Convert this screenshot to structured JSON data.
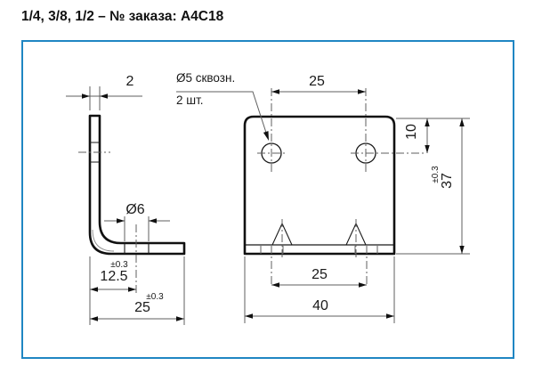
{
  "title": "1/4, 3/8, 1/2 – № заказа: A4C18",
  "side_view": {
    "thickness": "2",
    "flange_hole_dia": "Ø6",
    "hole_offset": "12.5",
    "hole_offset_tol": "±0.3",
    "flange_depth": "25",
    "flange_depth_tol": "±0.3"
  },
  "front_view": {
    "hole_note_line1": "Ø5 сквозн.",
    "hole_note_line2": "2 шт.",
    "top_hole_spacing": "25",
    "hole_top_offset": "10",
    "height": "37",
    "height_tol": "±0.3",
    "bottom_hole_spacing": "25",
    "width": "40"
  },
  "colors": {
    "border": "#1f86c3",
    "outline": "#111111",
    "dim_line": "#5f5f5f"
  }
}
